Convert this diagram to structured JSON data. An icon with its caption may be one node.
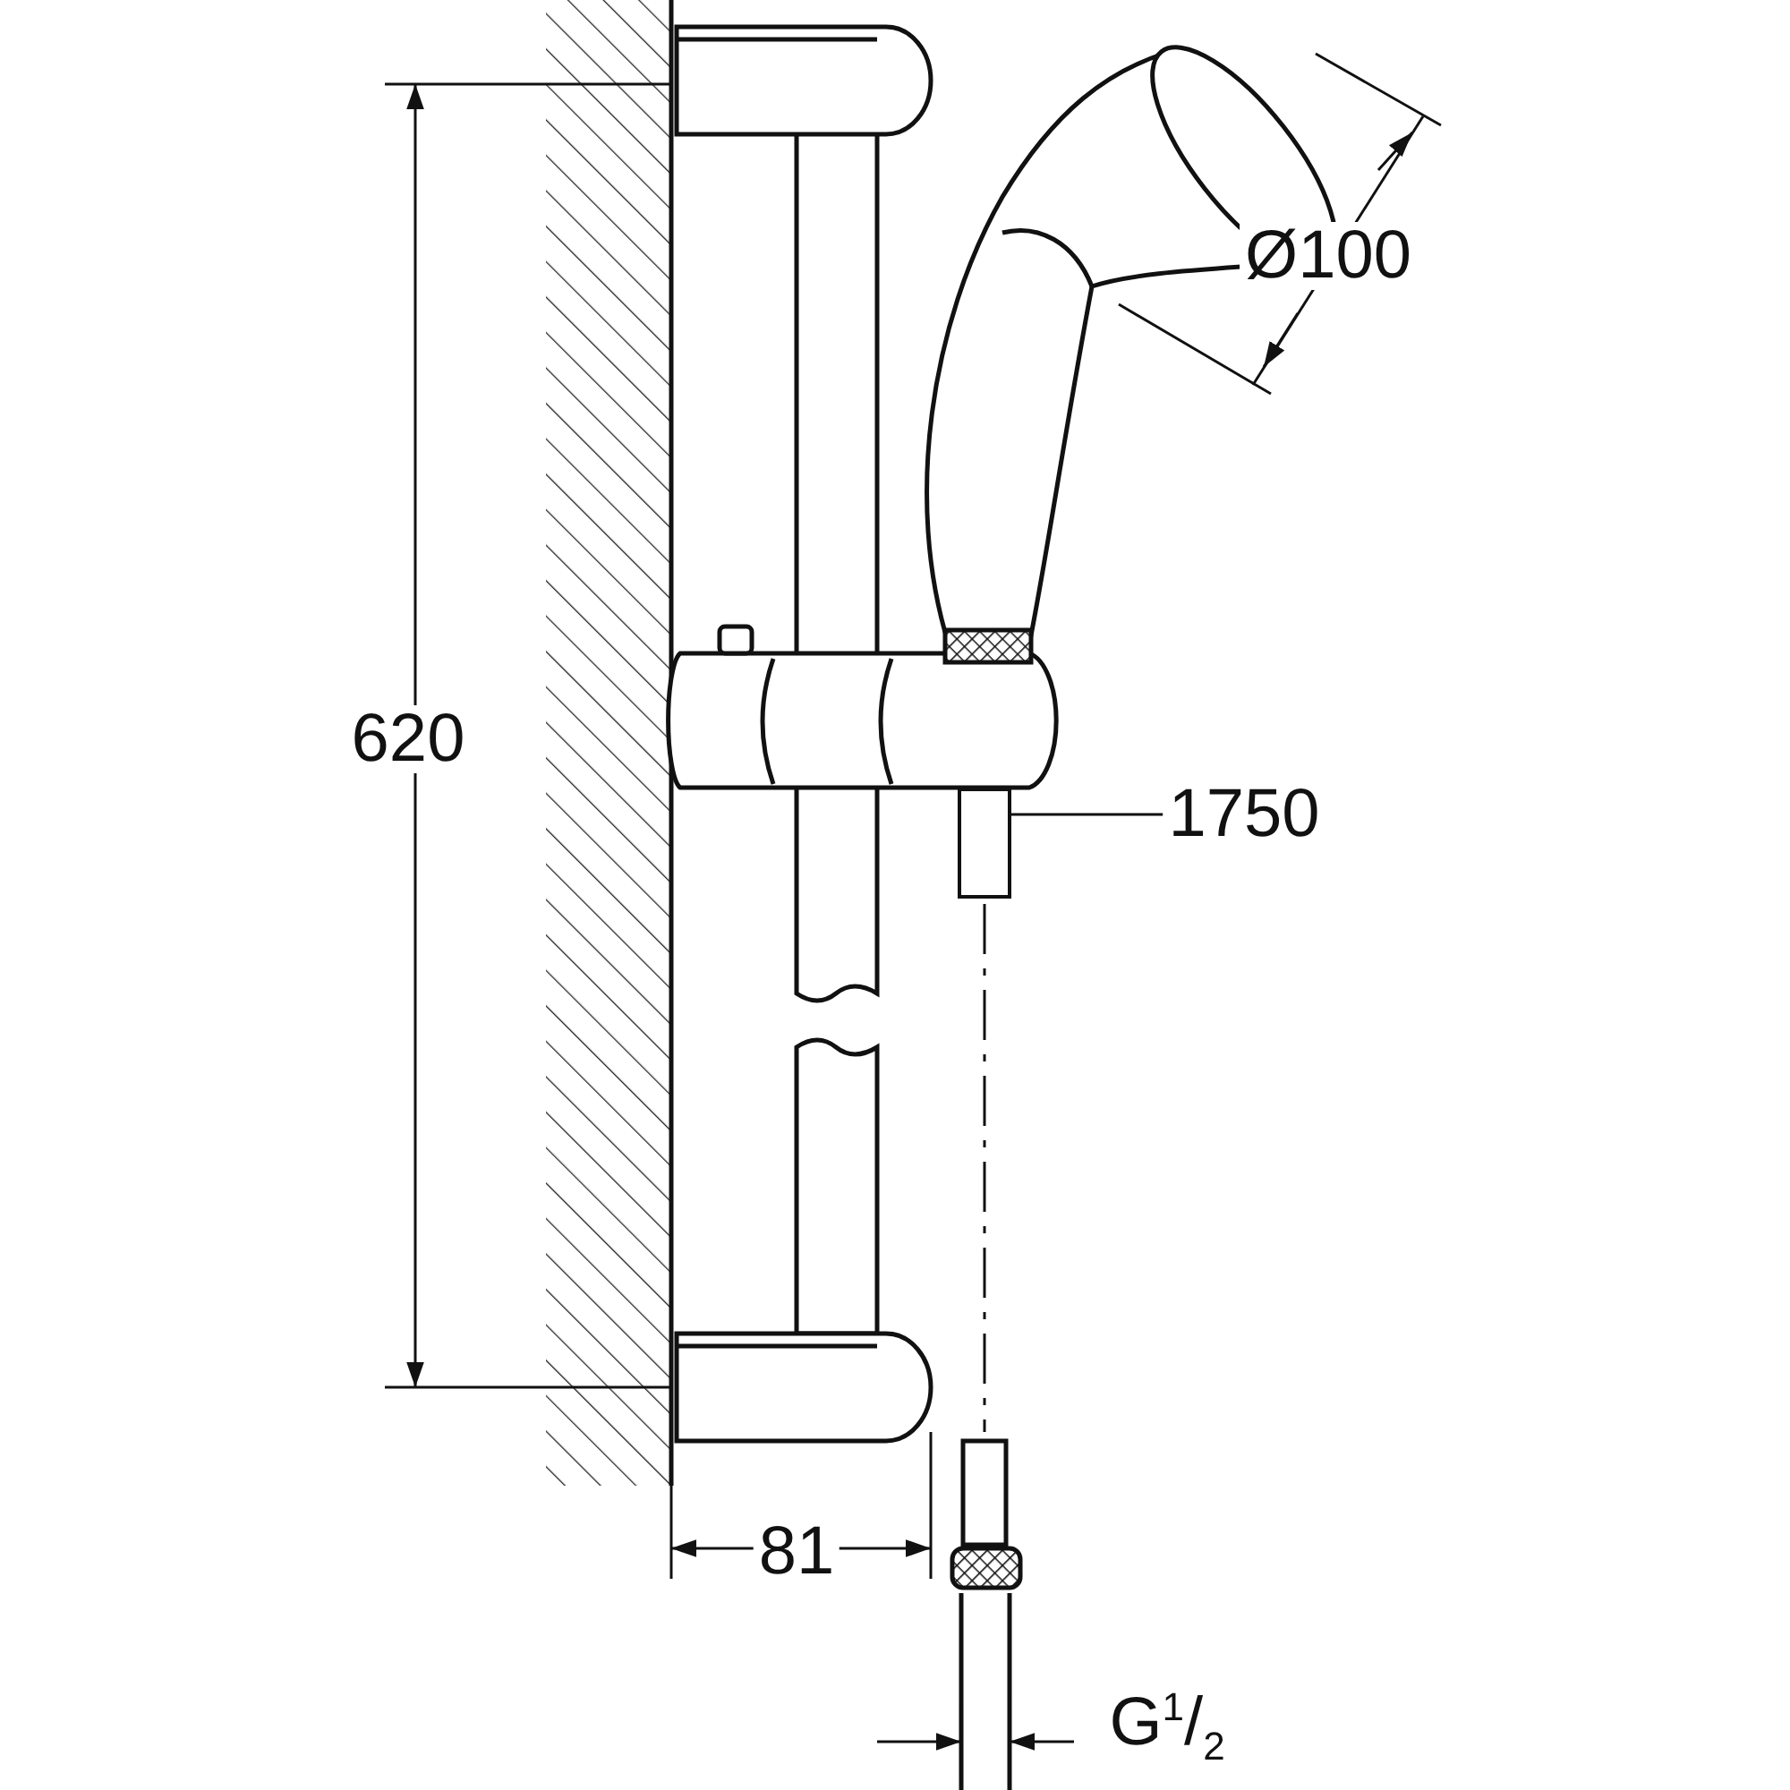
{
  "diagram": {
    "nodes": [
      {
        "text": [
          "1750"
        ]
      },
      {
        "text": [],
        "shape": "box"
      }
    ],
    "edges": [
      {
        "from": 0,
        "to": 1,
        "arrow": "none"
      }
    ],
    "labels": [
      "Ø100",
      "620",
      "81",
      "G$^{1}$/$_{2}$"
    ]
  }
}
